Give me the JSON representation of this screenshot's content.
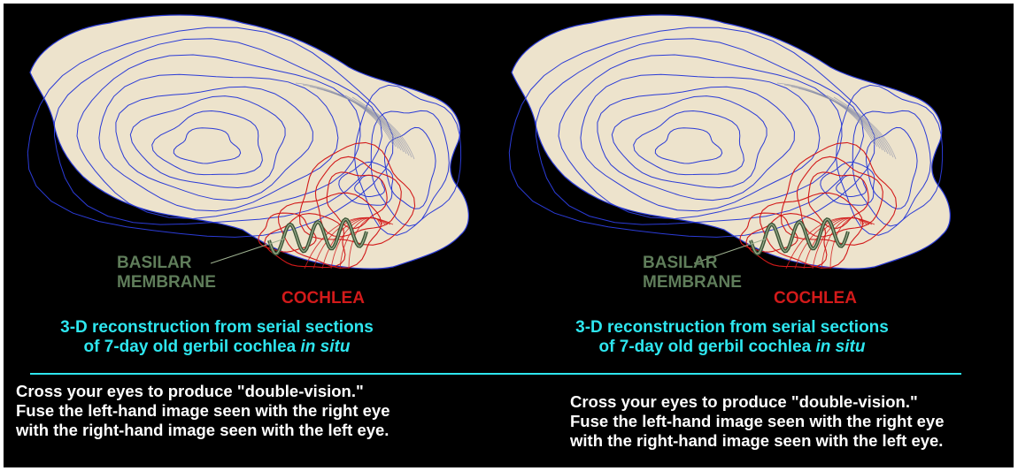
{
  "panels": [
    {
      "basilar_line1": "BASILAR",
      "basilar_line2": "MEMBRANE",
      "cochlea_label": "COCHLEA",
      "caption_line1": "3-D reconstruction from serial sections",
      "caption_line2_prefix": "of 7-day old gerbil cochlea ",
      "caption_line2_italic": "in situ"
    },
    {
      "basilar_line1": "BASILAR",
      "basilar_line2": "MEMBRANE",
      "cochlea_label": "COCHLEA",
      "caption_line1": "3-D reconstruction from serial sections",
      "caption_line2_prefix": "of 7-day old gerbil cochlea ",
      "caption_line2_italic": "in situ"
    }
  ],
  "instructions": [
    {
      "lines": [
        "Cross your eyes to produce \"double-vision.\"",
        "Fuse the left-hand image seen with the right eye",
        "with the right-hand image seen with the left eye."
      ]
    },
    {
      "lines": [
        "Cross your eyes to produce \"double-vision.\"",
        "Fuse the left-hand image seen with the right eye",
        "with the right-hand image seen with the left eye."
      ]
    }
  ],
  "colors": {
    "background": "#000000",
    "brain_fill": "#ede3cc",
    "contour": "#2b3bd6",
    "cochlea": "#d21a1a",
    "basilar_membrane": "#5f7d5a",
    "caption": "#2ee6ef",
    "instructions": "#ffffff"
  }
}
